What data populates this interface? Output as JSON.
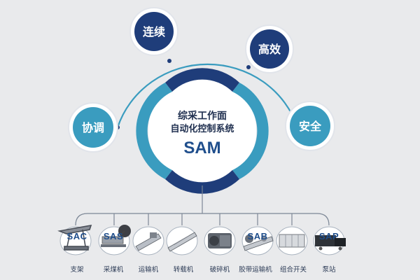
{
  "center": {
    "line1": "综采工作面",
    "line2": "自动化控制系统",
    "acronym": "SAM"
  },
  "satellites": [
    {
      "key": "continuous",
      "label": "连续"
    },
    {
      "key": "efficient",
      "label": "高效"
    },
    {
      "key": "coordinate",
      "label": "协调"
    },
    {
      "key": "safe",
      "label": "安全"
    }
  ],
  "equipment": [
    {
      "key": "support",
      "code": "SAC",
      "label": "支架"
    },
    {
      "key": "shearer",
      "code": "SAS",
      "label": "采煤机"
    },
    {
      "key": "conveyor",
      "code": "",
      "label": "运输机"
    },
    {
      "key": "stage-loader",
      "code": "",
      "label": "转载机"
    },
    {
      "key": "crusher",
      "code": "",
      "label": "破碎机"
    },
    {
      "key": "belt-conveyor",
      "code": "SAB",
      "label": "胶带运输机"
    },
    {
      "key": "switch",
      "code": "",
      "label": "组合开关"
    },
    {
      "key": "pump-station",
      "code": "SAP",
      "label": "泵站"
    }
  ],
  "colors": {
    "navy": "#1f3d7a",
    "teal": "#3a9cbf",
    "light_teal": "#7cc3dd",
    "ring_border": "#d8dde4"
  }
}
